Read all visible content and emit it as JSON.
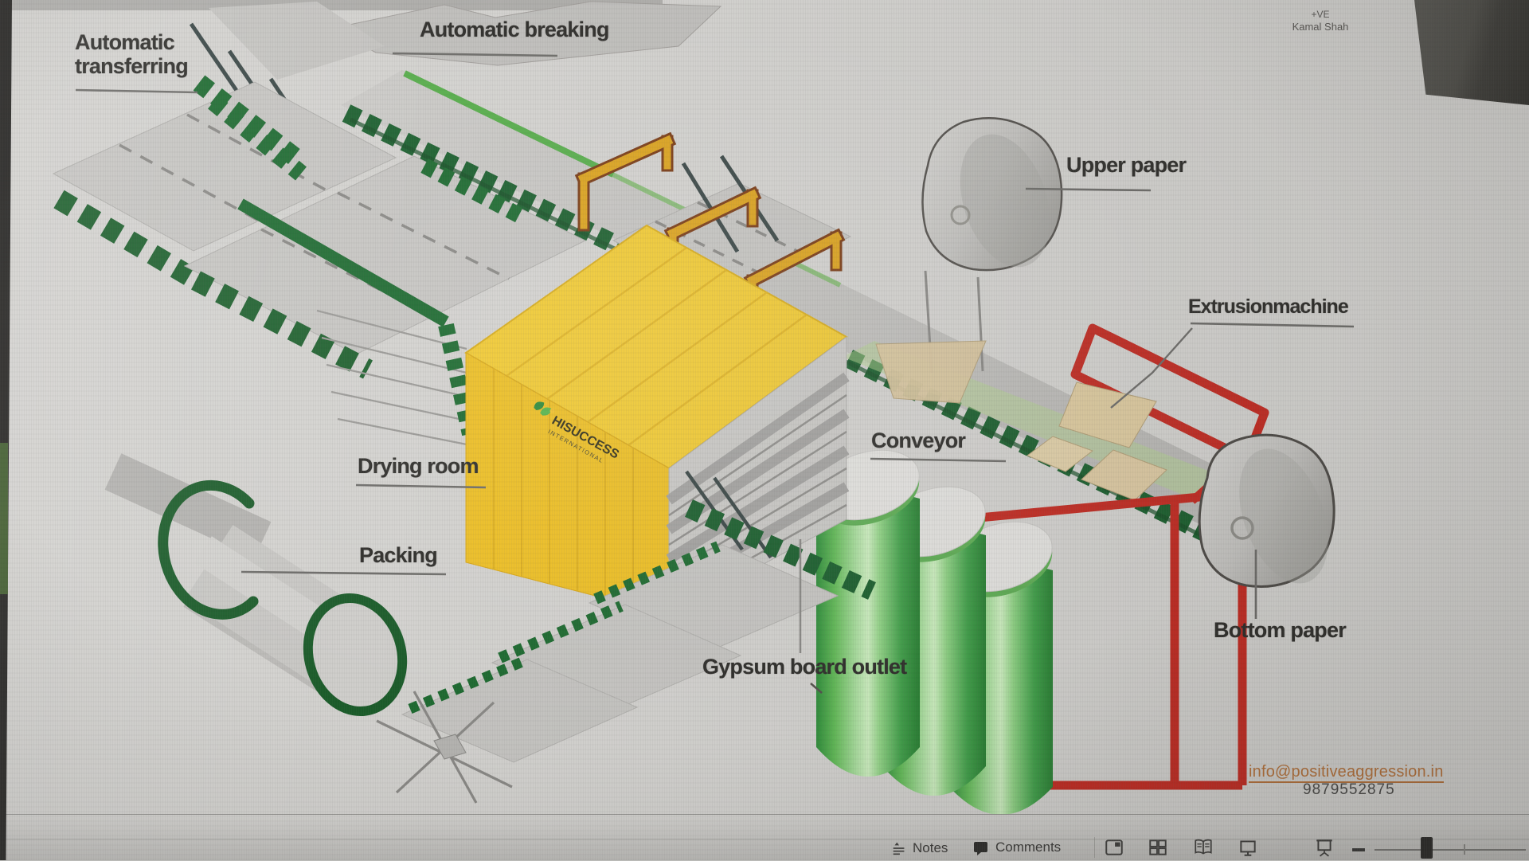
{
  "slide": {
    "labels": {
      "transferring_1": "Automatic",
      "transferring_2": "transferring",
      "breaking": "Automatic breaking",
      "upper_paper": "Upper paper",
      "extrusion": "Extrusionmachine",
      "conveyor": "Conveyor",
      "drying_room": "Drying room",
      "packing": "Packing",
      "gypsum_outlet": "Gypsum board outlet",
      "bottom_paper": "Bottom paper"
    },
    "attribution": {
      "note": "+VE",
      "author": "Kamal Shah"
    },
    "contact": {
      "email": "info@positiveaggression.in",
      "phone": "9879552875"
    },
    "logo": {
      "name": "HISUCCESS",
      "sub": "INTERNATIONAL"
    },
    "colors": {
      "roller_green": "#1d6a30",
      "silo_green": "#3a9a44",
      "machine_yellow": "#efc832",
      "gantry_orange": "#dca31e",
      "pipe_red": "#c22b22",
      "board_gray": "#c6c5c2",
      "link_orange": "#b5713a"
    }
  },
  "status_bar": {
    "notes_label": "Notes",
    "comments_label": "Comments",
    "view_buttons": [
      "normal-view",
      "slide-sorter",
      "reading-view",
      "slide-show",
      "projector-screen"
    ],
    "zoom": {
      "slider": "zoom-slider"
    }
  }
}
